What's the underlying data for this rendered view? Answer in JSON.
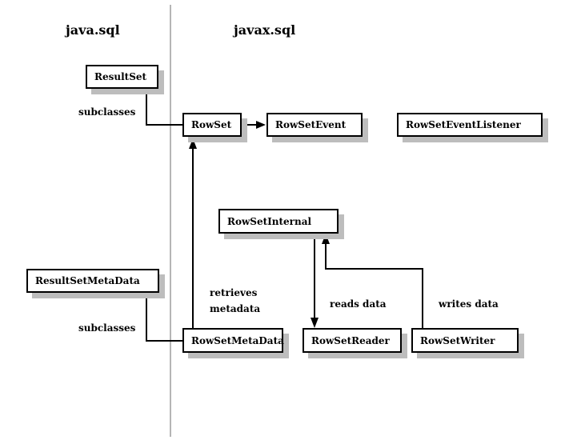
{
  "packages": {
    "left": "java.sql",
    "right": "javax.sql"
  },
  "boxes": {
    "result_set": "ResultSet",
    "row_set": "RowSet",
    "row_set_event": "RowSetEvent",
    "row_set_event_listener": "RowSetEventListener",
    "row_set_internal": "RowSetInternal",
    "result_set_meta_data": "ResultSetMetaData",
    "row_set_meta_data": "RowSetMetaData",
    "row_set_reader": "RowSetReader",
    "row_set_writer": "RowSetWriter"
  },
  "labels": {
    "subclasses_top": "subclasses",
    "subclasses_bottom": "subclasses",
    "retrieves": "retrieves",
    "metadata": "metadata",
    "reads_data": "reads data",
    "writes_data": "writes data"
  }
}
